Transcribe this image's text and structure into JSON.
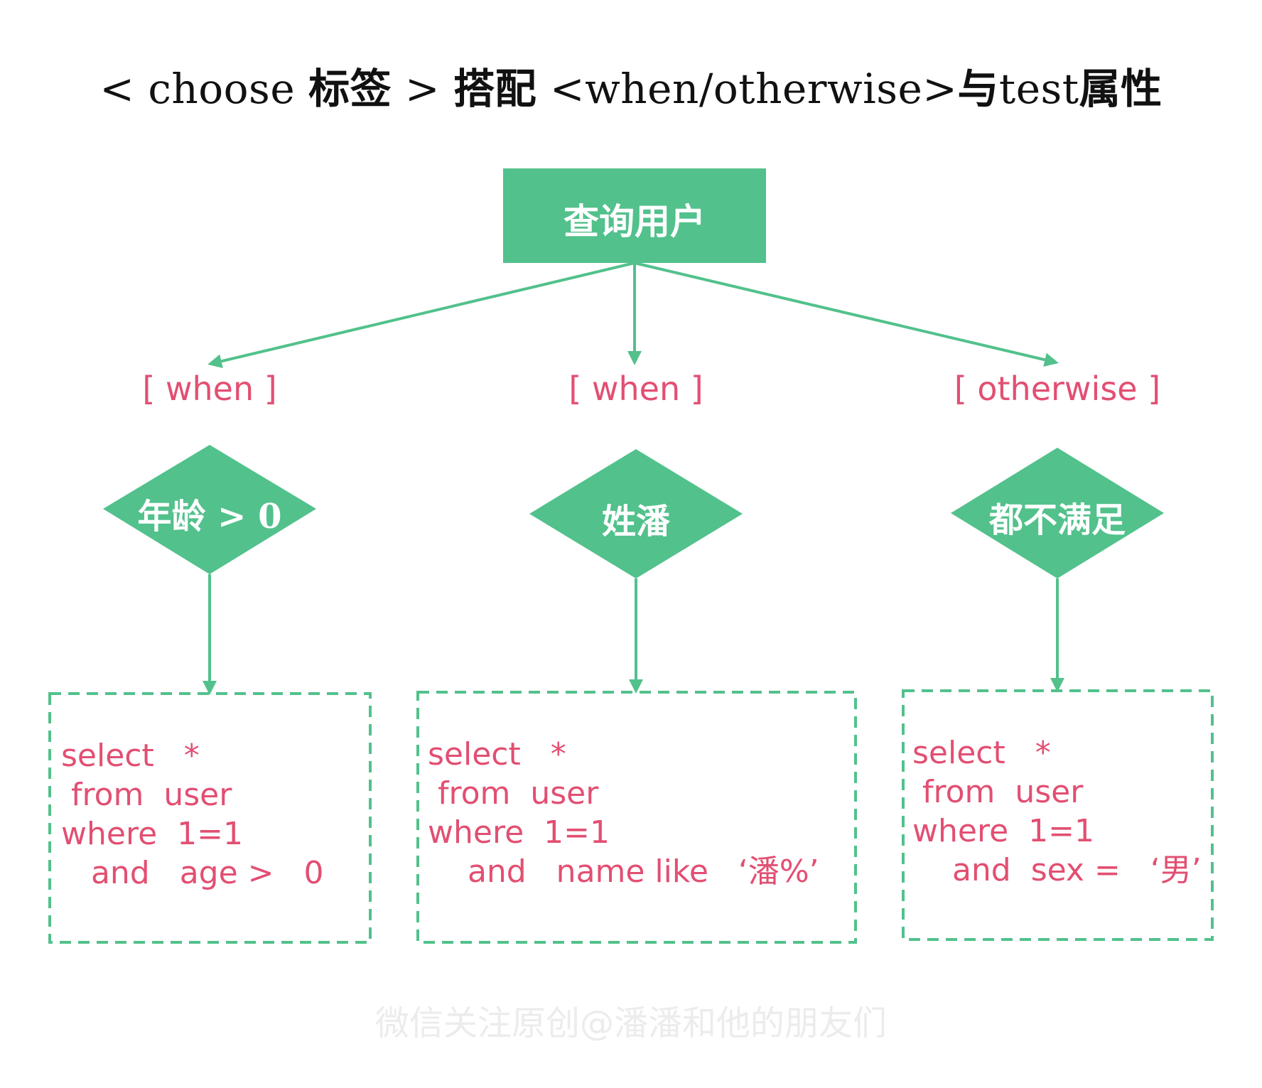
{
  "title": {
    "part1": "< choose ",
    "part2": "标签",
    "part3": " > ",
    "part4": "搭配",
    "part5": " <when/otherwise>",
    "part6": "与",
    "part7": "test",
    "part8": "属性"
  },
  "root": {
    "label": "查询用户"
  },
  "branches": [
    {
      "label": "[ when ]",
      "condition": "年龄 > 0",
      "code": [
        "select   *",
        " from  user",
        "where  1=1",
        "   and   age >   0"
      ]
    },
    {
      "label": "[ when ]",
      "condition": "姓潘",
      "code": [
        "select   *",
        " from  user",
        "where  1=1",
        "    and   name like   ‘潘%’"
      ]
    },
    {
      "label": "[ otherwise ]",
      "condition": "都不满足",
      "code": [
        "select   *",
        " from  user",
        "where  1=1",
        "    and  sex =   ‘男’"
      ]
    }
  ],
  "watermark": "微信关注原创@潘潘和他的朋友们",
  "colors": {
    "green": "#52c18c",
    "pink": "#e24f72",
    "title": "#111111",
    "watermark": "#ececec"
  }
}
